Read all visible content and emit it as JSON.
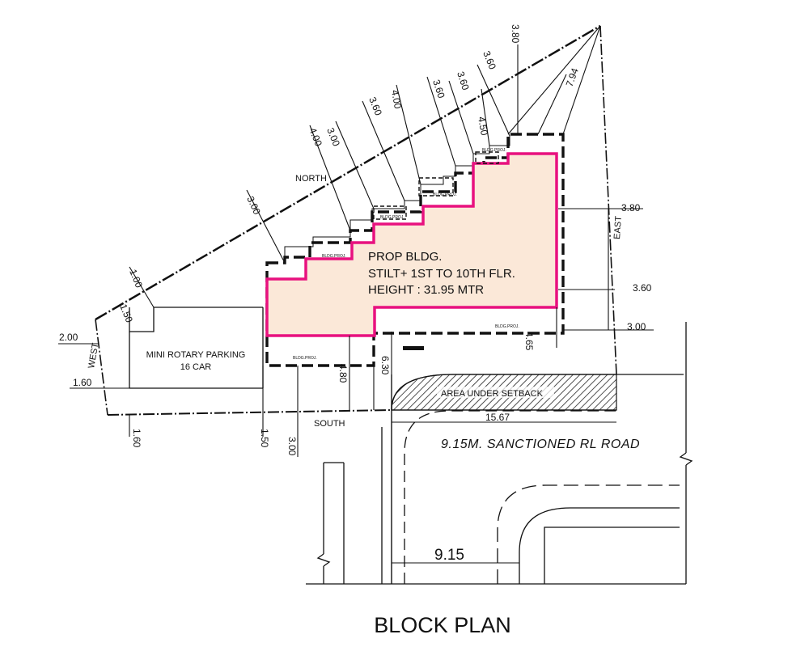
{
  "title": "BLOCK PLAN",
  "building": {
    "line1": "PROP BLDG.",
    "line2": "STILT+ 1ST TO 10TH FLR.",
    "line3": "HEIGHT : 31.95 MTR",
    "projection_label": "BLDG.PROJ."
  },
  "parking": {
    "line1": "MINI ROTARY PARKING",
    "line2": "16 CAR"
  },
  "directions": {
    "north": "NORTH",
    "south": "SOUTH",
    "east": "EAST",
    "west": "WEST"
  },
  "setback_label": "AREA UNDER SETBACK",
  "road": {
    "name": "9.15M. SANCTIONED RL ROAD",
    "width": "9.15",
    "frontage": "15.67"
  },
  "dimensions": {
    "north": [
      "3.00",
      "4.00",
      "3.00",
      "3.60",
      "4.00",
      "3.60",
      "3.60",
      "4.50",
      "3.60",
      "3.80",
      "7.94"
    ],
    "east": [
      "3.80",
      "3.60",
      "3.00"
    ],
    "west": [
      "1.00",
      "1.50",
      "2.00",
      "1.60"
    ],
    "south": [
      "1.60",
      "1.50",
      "3.00",
      "4.80",
      "6.30",
      "4.65"
    ]
  },
  "colors": {
    "building_fill": "#fbe8d8",
    "building_outline": "#e8117f",
    "line": "#111111"
  }
}
